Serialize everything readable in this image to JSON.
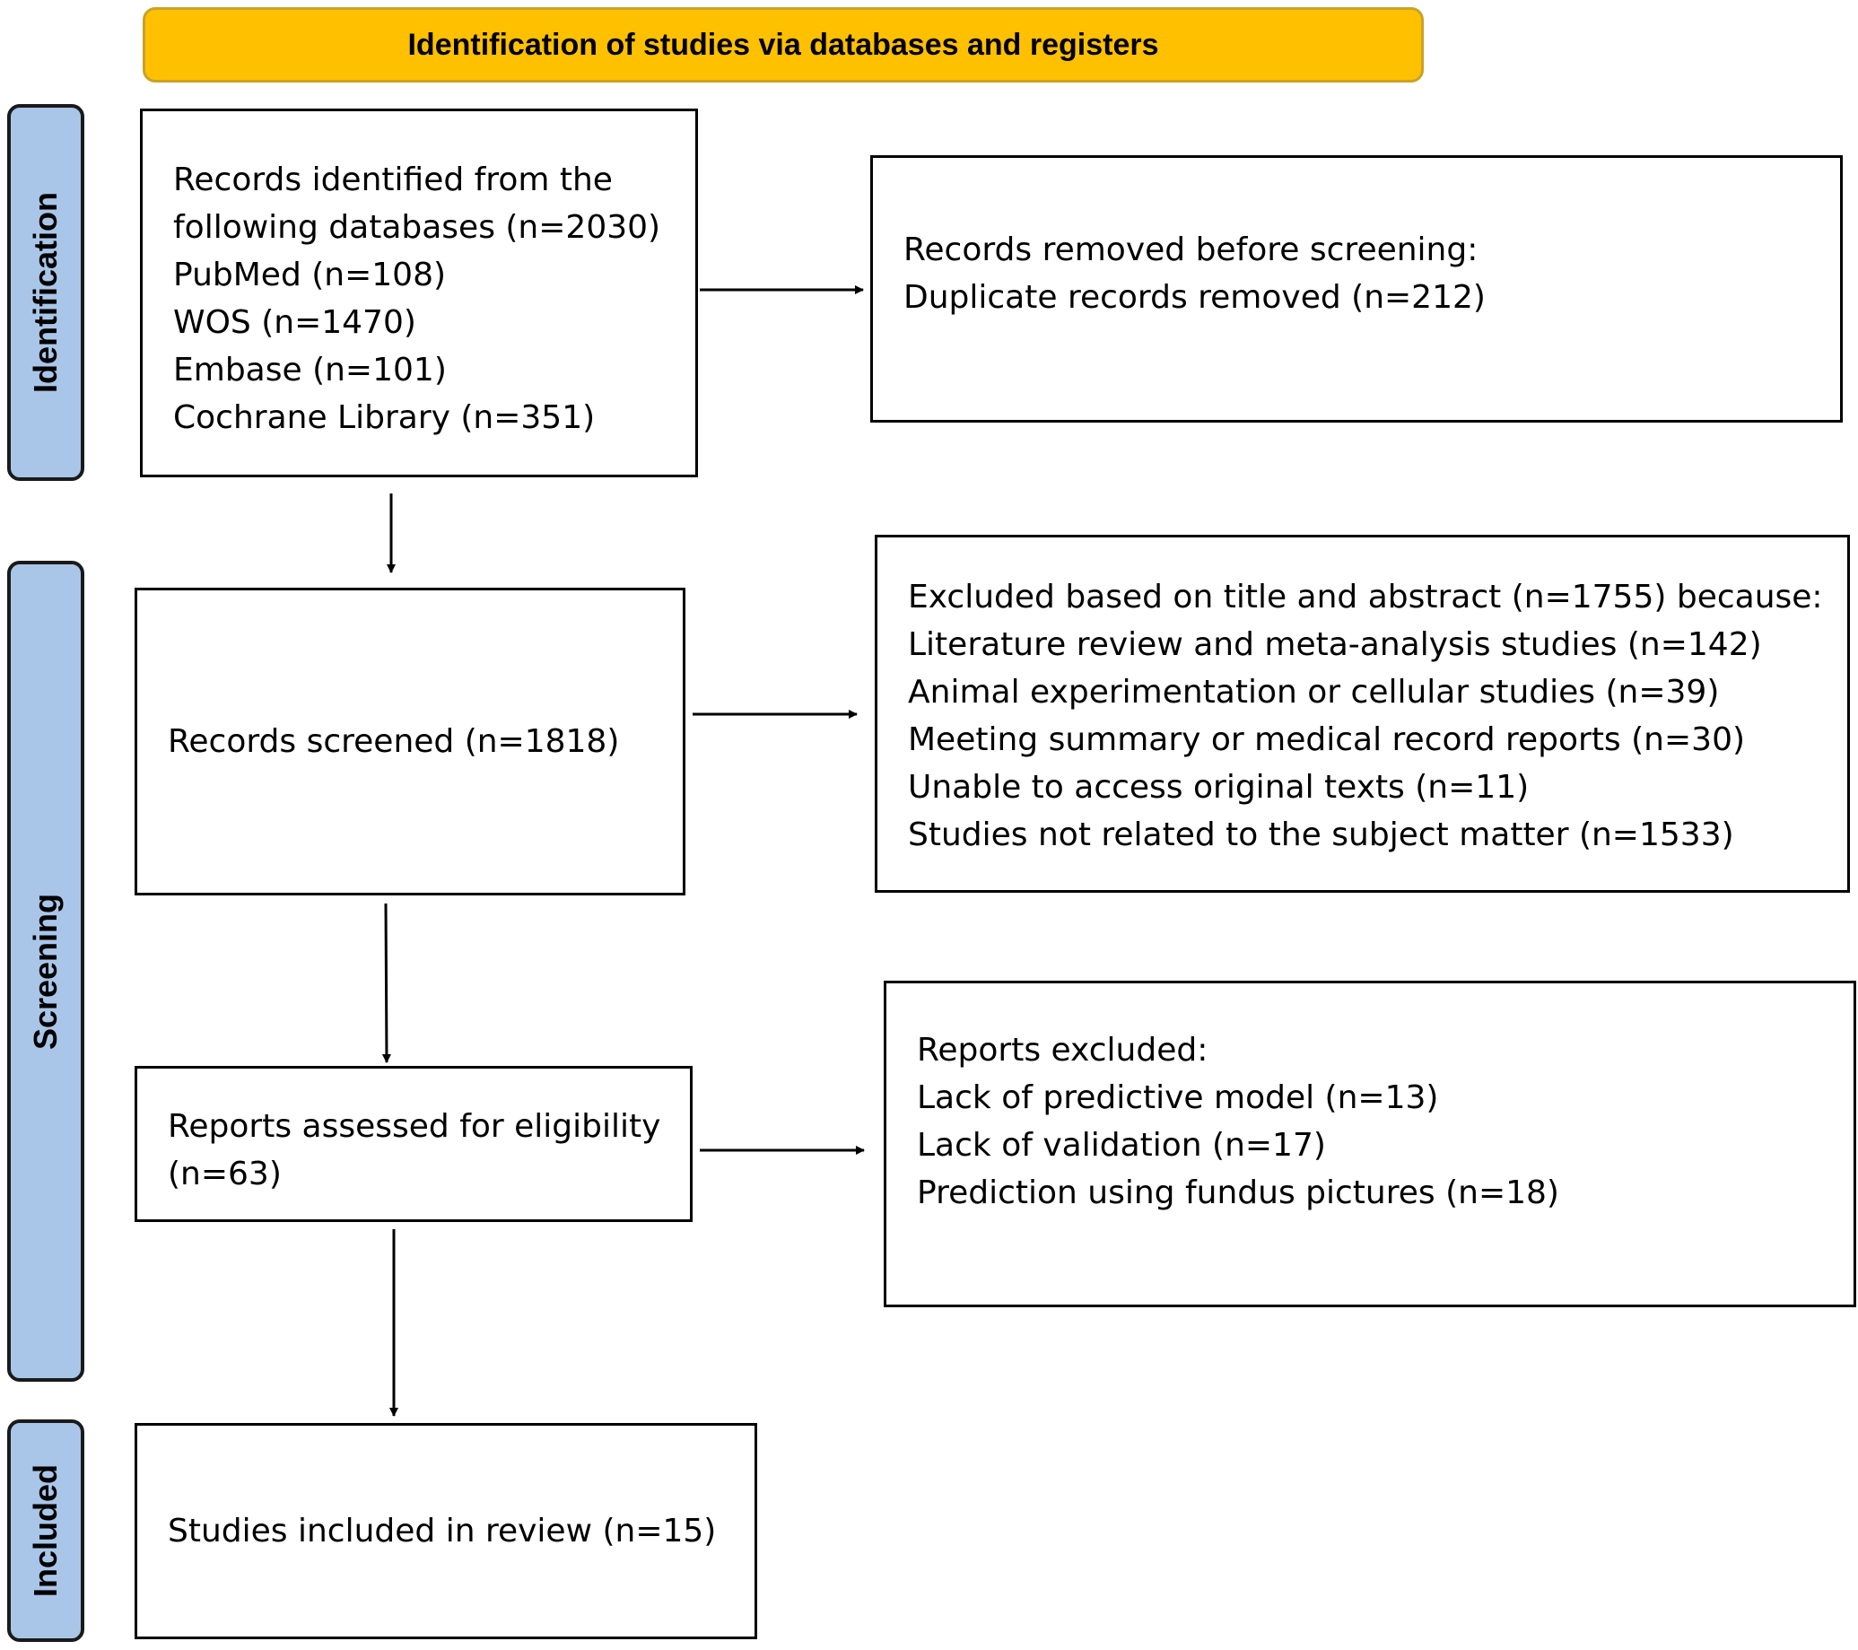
{
  "header": {
    "title": "Identification of studies via databases and registers"
  },
  "phases": {
    "identification": "Identification",
    "screening": "Screening",
    "included": "Included"
  },
  "identified": {
    "lines": [
      "Records identified from the",
      "following databases (n=2030)",
      "PubMed (n=108)",
      "WOS (n=1470)",
      "Embase (n=101)",
      "Cochrane Library (n=351)"
    ]
  },
  "removed": {
    "lines": [
      "Records removed before screening:",
      "Duplicate records removed (n=212)"
    ]
  },
  "screened": {
    "lines": [
      "Records screened (n=1818)"
    ]
  },
  "excluded_title": {
    "lines": [
      "Excluded based on title and abstract (n=1755) because:",
      "Literature review and meta-analysis studies (n=142)",
      "Animal experimentation or cellular studies (n=39)",
      "Meeting summary or medical record reports (n=30)",
      "Unable to access original texts (n=11)",
      "Studies not related to the subject matter (n=1533)"
    ]
  },
  "assessed": {
    "lines": [
      "Reports assessed for eligibility",
      "(n=63)"
    ]
  },
  "reports_excluded": {
    "lines": [
      "Reports excluded:",
      "Lack of predictive model (n=13)",
      "Lack of validation (n=17)",
      "Prediction using fundus pictures (n=18)"
    ]
  },
  "included_studies": {
    "lines": [
      "Studies included in review (n=15)"
    ]
  }
}
